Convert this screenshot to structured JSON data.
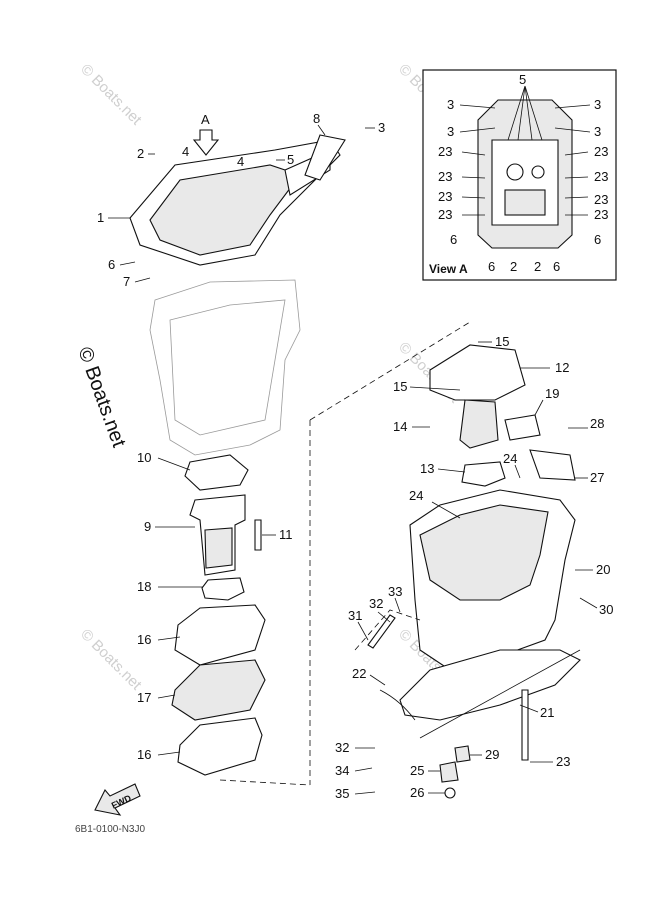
{
  "watermark": "© Boats.net",
  "view_label": "View A",
  "arrow_label": "A",
  "fwd_label": "FWD",
  "footer_code": "6B1-0100-N3J0",
  "callouts": [
    "1",
    "2",
    "3",
    "4",
    "4",
    "5",
    "6",
    "7",
    "8",
    "9",
    "10",
    "11",
    "12",
    "13",
    "14",
    "15",
    "15",
    "16",
    "16",
    "17",
    "18",
    "19",
    "20",
    "21",
    "22",
    "23",
    "24",
    "24",
    "25",
    "26",
    "27",
    "28",
    "29",
    "30",
    "31",
    "32",
    "32",
    "33",
    "34",
    "35"
  ],
  "view_a_callouts": [
    "5",
    "3",
    "3",
    "3",
    "3",
    "23",
    "23",
    "23",
    "23",
    "23",
    "23",
    "23",
    "23",
    "6",
    "6",
    "6",
    "2",
    "2",
    "6"
  ]
}
